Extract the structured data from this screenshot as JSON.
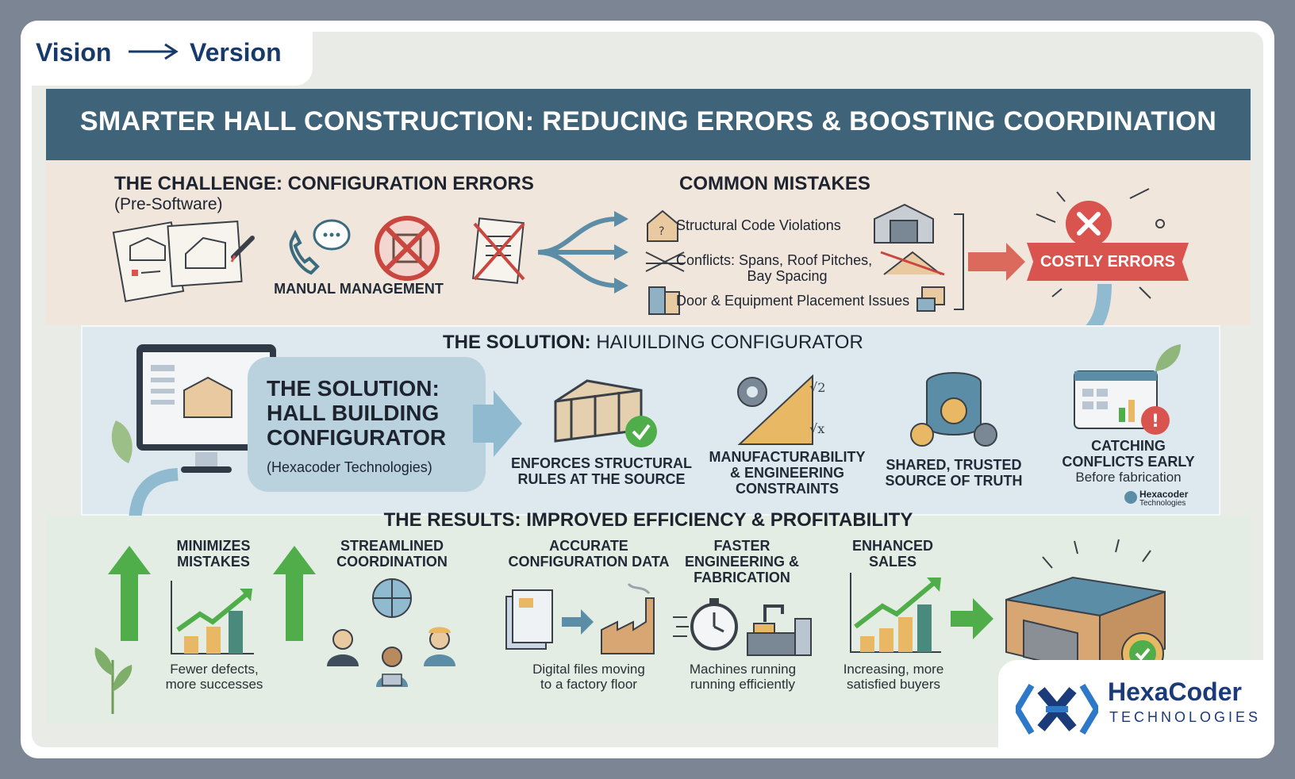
{
  "header": {
    "vision": "Vision",
    "version": "Version",
    "title": "SMARTER HALL CONSTRUCTION: REDUCING ERRORS & BOOSTING COORDINATION"
  },
  "challenge": {
    "heading": "THE CHALLENGE: CONFIGURATION ERRORS",
    "subheading": "(Pre-Software)",
    "manual_label": "MANUAL MANAGEMENT",
    "mistakes_heading": "COMMON MISTAKES",
    "mistakes": [
      "Structural Code Violations",
      "Conflicts: Spans, Roof Pitches,",
      "Bay Spacing",
      "Door & Equipment Placement Issues"
    ],
    "costly_errors": "COSTLY ERRORS"
  },
  "solution": {
    "heading_bold": "THE SOLUTION:",
    "heading_rest": "HAIUILDING CONFIGURATOR",
    "bubble_title_1": "THE SOLUTION:",
    "bubble_title_2": "HALL BUILDING",
    "bubble_title_3": "CONFIGURATOR",
    "bubble_sub": "(Hexacoder Technologies)",
    "features": [
      {
        "l1": "ENFORCES STRUCTURAL",
        "l2": "RULES AT THE SOURCE",
        "l3": ""
      },
      {
        "l1": "MANUFACTURABILITY",
        "l2": "& ENGINEERING",
        "l3": "CONSTRAINTS"
      },
      {
        "l1": "SHARED, TRUSTED",
        "l2": "SOURCE OF TRUTH",
        "l3": ""
      },
      {
        "l1": "CATCHING",
        "l2": "CONFLICTS EARLY",
        "l3": "Before fabrication"
      }
    ],
    "mini_logo_1": "Hexacoder",
    "mini_logo_2": "Technologies"
  },
  "results": {
    "heading": "THE RESULTS: IMPROVED EFFICIENCY & PROFITABILITY",
    "items": [
      {
        "t1": "MINIMIZES",
        "t2": "MISTAKES",
        "t3": "",
        "s1": "Fewer defects,",
        "s2": "more successes"
      },
      {
        "t1": "STREAMLINED",
        "t2": "COORDINATION",
        "t3": "",
        "s1": "",
        "s2": ""
      },
      {
        "t1": "ACCURATE",
        "t2": "CONFIGURATION DATA",
        "t3": "",
        "s1": "Digital files moving",
        "s2": "to a factory floor"
      },
      {
        "t1": "FASTER",
        "t2": "ENGINEERING &",
        "t3": "FABRICATION",
        "s1": "Machines running",
        "s2": "running efficiently"
      },
      {
        "t1": "ENHANCED",
        "t2": "SALES",
        "t3": "",
        "s1": "Increasing, more",
        "s2": "satisfied buyers"
      }
    ]
  },
  "brand": {
    "name": "HexaCoder",
    "tagline": "TECHNOLOGIES"
  },
  "colors": {
    "title_bar": "#3f6479",
    "error_red": "#d9534f",
    "green": "#4fae4a",
    "teal_arrow": "#5b8ea6",
    "brand_blue": "#1a3a7a"
  },
  "icons": [
    "blueprint-icon",
    "phone-chat-icon",
    "prohibited-icon",
    "crossed-document-icon",
    "house-icon",
    "building-icon",
    "door-icon",
    "error-x-icon",
    "monitor-icon",
    "steel-frame-icon",
    "gear-ruler-icon",
    "database-icon",
    "dashboard-warning-icon",
    "growth-chart-icon",
    "globe-team-icon",
    "file-to-factory-icon",
    "stopwatch-machine-icon",
    "warehouse-icon",
    "badge-icon"
  ]
}
